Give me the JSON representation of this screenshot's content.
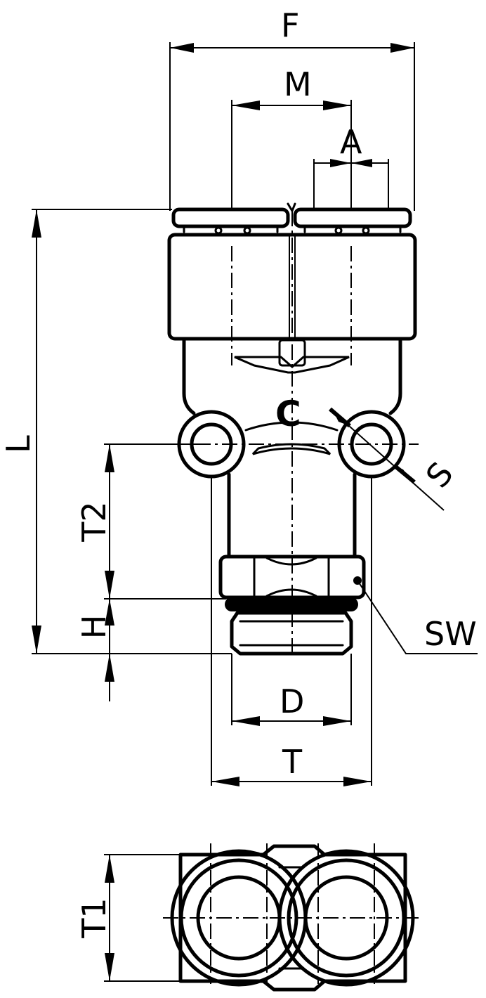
{
  "labels": {
    "F": "F",
    "M": "M",
    "A": "A",
    "L": "L",
    "S": "S",
    "T2": "T2",
    "SW": "SW",
    "H": "H",
    "D": "D",
    "T": "T",
    "T1": "T1"
  },
  "logo": "C",
  "colors": {
    "line": "#000000",
    "background": "#ffffff"
  }
}
